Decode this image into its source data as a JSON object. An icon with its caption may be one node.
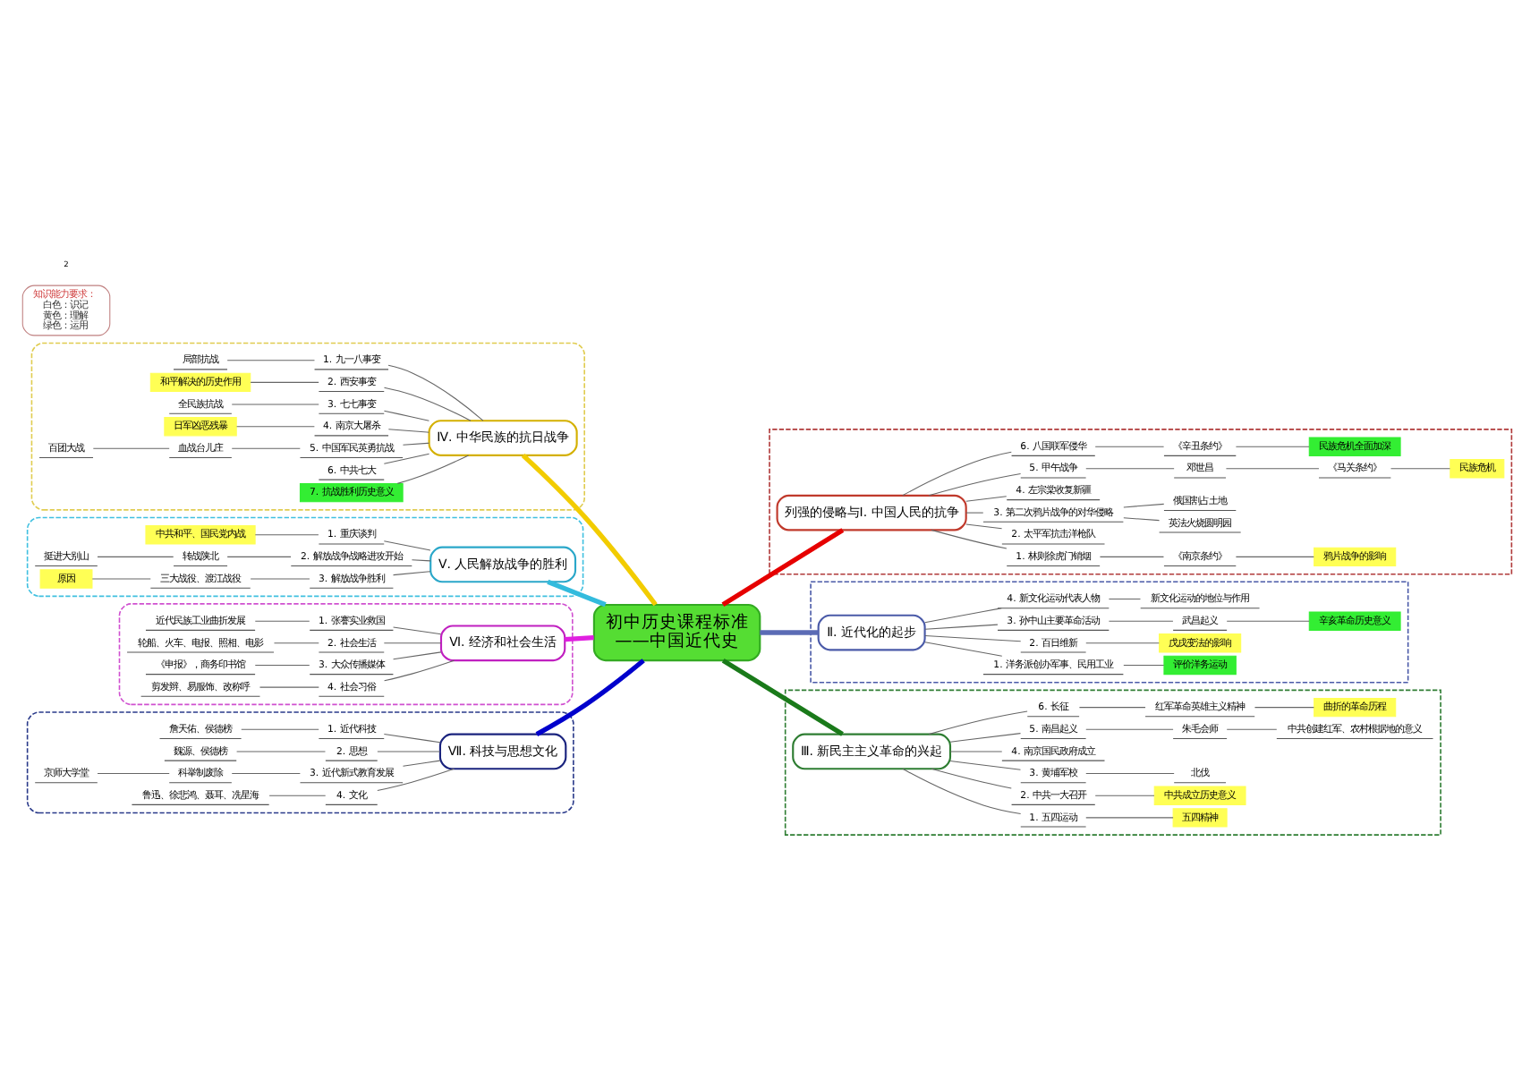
{
  "diagram": {
    "nodes": [
      {
        "text": [
          "初中历史课程标准",
          "——中国近代史"
        ]
      },
      {
        "text": [
          "知识能力要求：",
          "白色：识记",
          "黄色：理解",
          "绿色：运用"
        ]
      },
      {
        "text": [],
        "shape": "box"
      },
      {
        "text": [
          "列强的侵略与Ⅰ. 中国人民的抗争"
        ],
        "in": 2
      },
      {
        "text": [
          "1. 林则徐虎门销烟"
        ],
        "in": 2
      },
      {
        "text": [
          "《南京条约》"
        ],
        "in": 2
      },
      {
        "text": [
          "鸦片战争的影响"
        ],
        "in": 2
      },
      {
        "text": [
          "2. 太平军抗击洋枪队"
        ],
        "in": 2
      },
      {
        "text": [
          "3. 第二次鸦片战争的对华侵略"
        ],
        "in": 2
      },
      {
        "text": [
          "英法火烧圆明园"
        ],
        "in": 2
      },
      {
        "text": [
          "俄国割占土地"
        ],
        "in": 2
      },
      {
        "text": [
          "4. 左宗棠收复新疆"
        ],
        "in": 2
      },
      {
        "text": [
          "5. 甲午战争"
        ],
        "in": 2
      },
      {
        "text": [
          "邓世昌"
        ],
        "in": 2
      },
      {
        "text": [
          "《马关条约》"
        ],
        "in": 2
      },
      {
        "text": [
          "民族危机"
        ],
        "in": 2
      },
      {
        "text": [
          "6. 八国联军侵华"
        ],
        "in": 2
      },
      {
        "text": [
          "《辛丑条约》"
        ],
        "in": 2
      },
      {
        "text": [
          "民族危机全面加深"
        ],
        "in": 2
      },
      {
        "text": [],
        "shape": "box"
      },
      {
        "text": [
          "Ⅱ. 近代化的起步"
        ],
        "in": 19
      },
      {
        "text": [
          "1. 洋务派创办军事、民用工业"
        ],
        "in": 19
      },
      {
        "text": [
          "评价洋务运动"
        ],
        "in": 19
      },
      {
        "text": [
          "2. 百日维新"
        ],
        "in": 19
      },
      {
        "text": [
          "戊戌变法的影响"
        ],
        "in": 19
      },
      {
        "text": [
          "3. 孙中山主要革命活动"
        ],
        "in": 19
      },
      {
        "text": [
          "武昌起义"
        ],
        "in": 19
      },
      {
        "text": [
          "辛亥革命历史意义"
        ],
        "in": 19
      },
      {
        "text": [
          "4. 新文化运动代表人物"
        ],
        "in": 19
      },
      {
        "text": [
          "新文化运动的地位与作用"
        ],
        "in": 19
      },
      {
        "text": [],
        "shape": "box"
      },
      {
        "text": [
          "Ⅲ. 新民主主义革命的兴起"
        ],
        "in": 30
      },
      {
        "text": [
          "1. 五四运动"
        ],
        "in": 30
      },
      {
        "text": [
          "五四精神"
        ],
        "in": 30
      },
      {
        "text": [
          "2. 中共一大召开"
        ],
        "in": 30
      },
      {
        "text": [
          "中共成立历史意义"
        ],
        "in": 30
      },
      {
        "text": [
          "3. 黄埔军校"
        ],
        "in": 30
      },
      {
        "text": [
          "北伐"
        ],
        "in": 30
      },
      {
        "text": [
          "4. 南京国民政府成立"
        ],
        "in": 30
      },
      {
        "text": [
          "5. 南昌起义"
        ],
        "in": 30
      },
      {
        "text": [
          "朱毛会师"
        ],
        "in": 30
      },
      {
        "text": [
          "中共创建红军、农村根据地的意义"
        ],
        "in": 30
      },
      {
        "text": [
          "6. 长征"
        ],
        "in": 30
      },
      {
        "text": [
          "红军革命英雄主义精神"
        ],
        "in": 30
      },
      {
        "text": [
          "曲折的革命历程"
        ],
        "in": 30
      },
      {
        "text": [],
        "shape": "cloud"
      },
      {
        "text": [
          "Ⅳ. 中华民族的抗日战争"
        ],
        "in": 45
      },
      {
        "text": [
          "1. 九一八事变"
        ],
        "in": 45
      },
      {
        "text": [
          "局部抗战"
        ],
        "in": 45
      },
      {
        "text": [
          "2. 西安事变"
        ],
        "in": 45
      },
      {
        "text": [
          "和平解决的历史作用"
        ],
        "in": 45
      },
      {
        "text": [
          "3. 七七事变"
        ],
        "in": 45
      },
      {
        "text": [
          "全民族抗战"
        ],
        "in": 45
      },
      {
        "text": [
          "4. 南京大屠杀"
        ],
        "in": 45
      },
      {
        "text": [
          "日军凶恶残暴"
        ],
        "in": 45
      },
      {
        "text": [
          "5. 中国军民英勇抗战"
        ],
        "in": 45
      },
      {
        "text": [
          "血战台儿庄"
        ],
        "in": 45
      },
      {
        "text": [
          "百团大战"
        ],
        "in": 45
      },
      {
        "text": [
          "6. 中共七大"
        ],
        "in": 45
      },
      {
        "text": [
          "7. 抗战胜利历史意义"
        ],
        "in": 45
      },
      {
        "text": [],
        "shape": "cloud"
      },
      {
        "text": [
          "Ⅴ. 人民解放战争的胜利"
        ],
        "in": 60
      },
      {
        "text": [
          "1. 重庆谈判"
        ],
        "in": 60
      },
      {
        "text": [
          "中共和平、国民党内战"
        ],
        "in": 60
      },
      {
        "text": [
          "2. 解放战争战略进攻开始"
        ],
        "in": 60
      },
      {
        "text": [
          "转战陕北"
        ],
        "in": 60
      },
      {
        "text": [
          "挺进大别山"
        ],
        "in": 60
      },
      {
        "text": [
          "3. 解放战争胜利"
        ],
        "in": 60
      },
      {
        "text": [
          "三大战役、渡江战役"
        ],
        "in": 60
      },
      {
        "text": [
          "原因"
        ],
        "in": 60
      },
      {
        "text": [],
        "shape": "cloud"
      },
      {
        "text": [
          "Ⅵ. 经济和社会生活"
        ],
        "in": 70
      },
      {
        "text": [
          "1. 张謇实业救国"
        ],
        "in": 70
      },
      {
        "text": [
          "近代民族工业曲折发展"
        ],
        "in": 70
      },
      {
        "text": [
          "2. 社会生活"
        ],
        "in": 70
      },
      {
        "text": [
          "轮船、火车、电报、照相、电影"
        ],
        "in": 70
      },
      {
        "text": [
          "3. 大众传播媒体"
        ],
        "in": 70
      },
      {
        "text": [
          "《申报》，商务印书馆"
        ],
        "in": 70
      },
      {
        "text": [
          "4. 社会习俗"
        ],
        "in": 70
      },
      {
        "text": [
          "剪发辫、易服饰、改称呼"
        ],
        "in": 70
      },
      {
        "text": [],
        "shape": "cloud"
      },
      {
        "text": [
          "Ⅶ. 科技与思想文化"
        ],
        "in": 80
      },
      {
        "text": [
          "1. 近代科技"
        ],
        "in": 80
      },
      {
        "text": [
          "詹天佑、侯德榜"
        ],
        "in": 80
      },
      {
        "text": [
          "2. 思想"
        ],
        "in": 80
      },
      {
        "text": [
          "魏源、侯德榜"
        ],
        "in": 80
      },
      {
        "text": [
          "3. 近代新式教育发展"
        ],
        "in": 80
      },
      {
        "text": [
          "科举制废除"
        ],
        "in": 80
      },
      {
        "text": [
          "京师大学堂"
        ],
        "in": 80
      },
      {
        "text": [
          "4. 文化"
        ],
        "in": 80
      },
      {
        "text": [
          "鲁迅、徐悲鸿、聂耳、冼星海"
        ],
        "in": 80
      }
    ],
    "edges": [
      {
        "from": 0,
        "to": 3,
        "arrow": "none",
        "style": "thick",
        "color": "#e60000"
      },
      {
        "from": 3,
        "to": 4,
        "arrow": "none"
      },
      {
        "from": 4,
        "to": 5,
        "arrow": "none"
      },
      {
        "from": 5,
        "to": 6,
        "arrow": "none"
      },
      {
        "from": 3,
        "to": 7,
        "arrow": "none"
      },
      {
        "from": 3,
        "to": 8,
        "arrow": "none"
      },
      {
        "from": 8,
        "to": 9,
        "arrow": "none"
      },
      {
        "from": 8,
        "to": 10,
        "arrow": "none"
      },
      {
        "from": 3,
        "to": 11,
        "arrow": "none"
      },
      {
        "from": 3,
        "to": 12,
        "arrow": "none"
      },
      {
        "from": 12,
        "to": 13,
        "arrow": "none"
      },
      {
        "from": 13,
        "to": 14,
        "arrow": "none"
      },
      {
        "from": 14,
        "to": 15,
        "arrow": "none"
      },
      {
        "from": 3,
        "to": 16,
        "arrow": "none"
      },
      {
        "from": 16,
        "to": 17,
        "arrow": "none"
      },
      {
        "from": 17,
        "to": 18,
        "arrow": "none"
      },
      {
        "from": 0,
        "to": 20,
        "arrow": "none",
        "style": "thick",
        "color": "#5b6bb5"
      },
      {
        "from": 20,
        "to": 21,
        "arrow": "none"
      },
      {
        "from": 21,
        "to": 22,
        "arrow": "none"
      },
      {
        "from": 20,
        "to": 23,
        "arrow": "none"
      },
      {
        "from": 23,
        "to": 24,
        "arrow": "none"
      },
      {
        "from": 20,
        "to": 25,
        "arrow": "none"
      },
      {
        "from": 25,
        "to": 26,
        "arrow": "none"
      },
      {
        "from": 26,
        "to": 27,
        "arrow": "none"
      },
      {
        "from": 20,
        "to": 28,
        "arrow": "none"
      },
      {
        "from": 28,
        "to": 29,
        "arrow": "none"
      },
      {
        "from": 0,
        "to": 31,
        "arrow": "none",
        "style": "thick",
        "color": "#1a7a1a"
      },
      {
        "from": 31,
        "to": 32,
        "arrow": "none"
      },
      {
        "from": 32,
        "to": 33,
        "arrow": "none"
      },
      {
        "from": 31,
        "to": 34,
        "arrow": "none"
      },
      {
        "from": 34,
        "to": 35,
        "arrow": "none"
      },
      {
        "from": 31,
        "to": 36,
        "arrow": "none"
      },
      {
        "from": 36,
        "to": 37,
        "arrow": "none"
      },
      {
        "from": 31,
        "to": 38,
        "arrow": "none"
      },
      {
        "from": 31,
        "to": 39,
        "arrow": "none"
      },
      {
        "from": 39,
        "to": 40,
        "arrow": "none"
      },
      {
        "from": 40,
        "to": 41,
        "arrow": "none"
      },
      {
        "from": 31,
        "to": 42,
        "arrow": "none"
      },
      {
        "from": 42,
        "to": 43,
        "arrow": "none"
      },
      {
        "from": 43,
        "to": 44,
        "arrow": "none"
      },
      {
        "from": 46,
        "to": 0,
        "arrow": "none",
        "style": "thick",
        "color": "#f2cc00"
      },
      {
        "from": 47,
        "to": 46,
        "arrow": "none"
      },
      {
        "from": 48,
        "to": 47,
        "arrow": "none"
      },
      {
        "from": 49,
        "to": 46,
        "arrow": "none"
      },
      {
        "from": 50,
        "to": 49,
        "arrow": "none"
      },
      {
        "from": 51,
        "to": 46,
        "arrow": "none"
      },
      {
        "from": 52,
        "to": 51,
        "arrow": "none"
      },
      {
        "from": 53,
        "to": 46,
        "arrow": "none"
      },
      {
        "from": 54,
        "to": 53,
        "arrow": "none"
      },
      {
        "from": 55,
        "to": 46,
        "arrow": "none"
      },
      {
        "from": 56,
        "to": 55,
        "arrow": "none"
      },
      {
        "from": 57,
        "to": 56,
        "arrow": "none"
      },
      {
        "from": 58,
        "to": 46,
        "arrow": "none"
      },
      {
        "from": 59,
        "to": 46,
        "arrow": "none"
      },
      {
        "from": 61,
        "to": 0,
        "arrow": "none",
        "style": "thick",
        "color": "#33bbdd"
      },
      {
        "from": 62,
        "to": 61,
        "arrow": "none"
      },
      {
        "from": 63,
        "to": 62,
        "arrow": "none"
      },
      {
        "from": 64,
        "to": 61,
        "arrow": "none"
      },
      {
        "from": 65,
        "to": 64,
        "arrow": "none"
      },
      {
        "from": 66,
        "to": 65,
        "arrow": "none"
      },
      {
        "from": 67,
        "to": 61,
        "arrow": "none"
      },
      {
        "from": 68,
        "to": 67,
        "arrow": "none"
      },
      {
        "from": 69,
        "to": 68,
        "arrow": "none"
      },
      {
        "from": 71,
        "to": 0,
        "arrow": "none",
        "style": "thick",
        "color": "#e020e0"
      },
      {
        "from": 72,
        "to": 71,
        "arrow": "none"
      },
      {
        "from": 73,
        "to": 72,
        "arrow": "none"
      },
      {
        "from": 74,
        "to": 71,
        "arrow": "none"
      },
      {
        "from": 75,
        "to": 74,
        "arrow": "none"
      },
      {
        "from": 76,
        "to": 71,
        "arrow": "none"
      },
      {
        "from": 77,
        "to": 76,
        "arrow": "none"
      },
      {
        "from": 78,
        "to": 71,
        "arrow": "none"
      },
      {
        "from": 79,
        "to": 78,
        "arrow": "none"
      },
      {
        "from": 81,
        "to": 0,
        "arrow": "none",
        "style": "thick",
        "color": "#0000cc"
      },
      {
        "from": 82,
        "to": 81,
        "arrow": "none"
      },
      {
        "from": 83,
        "to": 82,
        "arrow": "none"
      },
      {
        "from": 84,
        "to": 81,
        "arrow": "none"
      },
      {
        "from": 85,
        "to": 84,
        "arrow": "none"
      },
      {
        "from": 86,
        "to": 81,
        "arrow": "none"
      },
      {
        "from": 87,
        "to": 86,
        "arrow": "none"
      },
      {
        "from": 88,
        "to": 87,
        "arrow": "none"
      },
      {
        "from": 89,
        "to": 81,
        "arrow": "none"
      },
      {
        "from": 90,
        "to": 89,
        "arrow": "none"
      }
    ],
    "labels": [
      "2"
    ]
  }
}
